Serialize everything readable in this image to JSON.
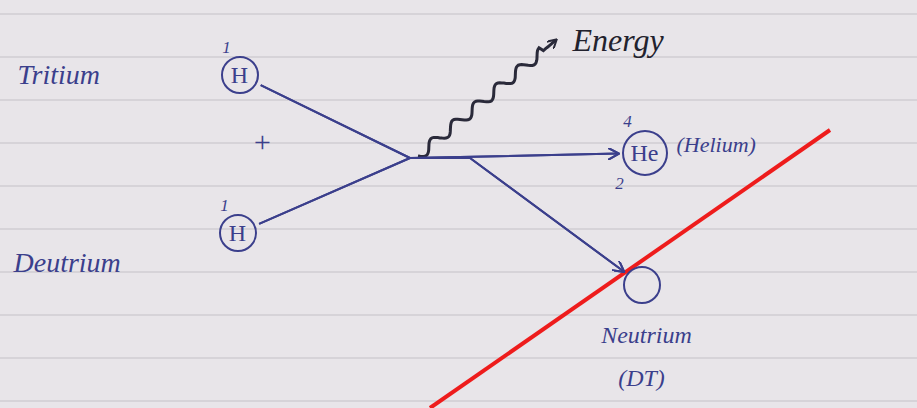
{
  "diagram": {
    "nodes": [
      {
        "text": [
          "Tritium",
          "1",
          "H"
        ]
      },
      {
        "text": [
          "Deutrium",
          "1",
          "H"
        ]
      },
      {
        "text": [
          "4",
          "He",
          "2",
          "(Helium)"
        ]
      },
      {
        "text": [
          "Neutrium",
          "(DT)"
        ]
      }
    ],
    "edges": [
      {
        "from": 0,
        "to": 2,
        "arrow": "to"
      },
      {
        "from": 0,
        "to": 3,
        "arrow": "to"
      },
      {
        "from": 1,
        "to": 2,
        "arrow": "to"
      },
      {
        "from": 1,
        "to": 3,
        "arrow": "to"
      }
    ],
    "labels": [
      "+",
      "Energy"
    ]
  }
}
